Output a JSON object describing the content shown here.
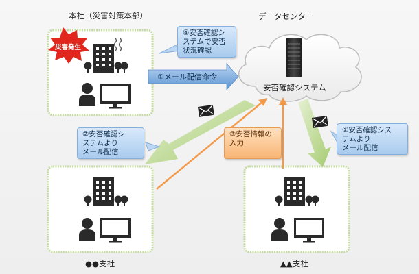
{
  "headquarters": {
    "title": "本社（災害対策本部）",
    "disaster_badge": "災害発生"
  },
  "datacenter": {
    "title": "データセンター",
    "system_label": "安否確認システム"
  },
  "branches": {
    "branch1": "●●支社",
    "branch2": "▲▲支社"
  },
  "steps": {
    "step1": "①メール配信命令",
    "step2_left": [
      "②安否確認シ",
      "ステムより",
      "メール配信"
    ],
    "step2_right": [
      "②安否確認シス",
      "テムより",
      "メール配信"
    ],
    "step3": [
      "③安否情報の",
      "入力"
    ],
    "step4": [
      "④安否確認シ",
      "ステムで安否",
      "状況確認"
    ]
  },
  "icons": [
    "building-icon",
    "tree-icon",
    "person-icon",
    "monitor-icon",
    "server-icon",
    "envelope-icon",
    "cloud-icon",
    "burst-icon"
  ],
  "colors": {
    "box_border": "#c6dca0",
    "blue_arrow": "#6b9ed6",
    "green_arrow": "#b6d684",
    "orange_arrow": "#f39a4a",
    "badge_red": "#e0261d"
  }
}
